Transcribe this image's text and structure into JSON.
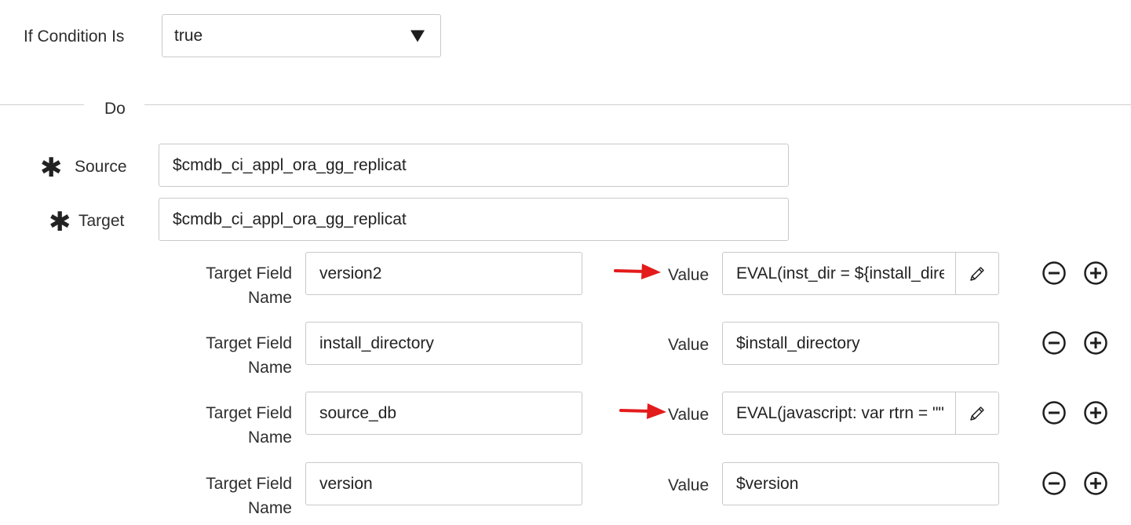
{
  "condition": {
    "label": "If Condition Is",
    "selected": "true"
  },
  "do_section": {
    "label": "Do"
  },
  "source": {
    "required_mark": "✱",
    "label": "Source",
    "value": "$cmdb_ci_appl_ora_gg_replicat"
  },
  "target": {
    "required_mark": "✱",
    "label": "Target",
    "value": "$cmdb_ci_appl_ora_gg_replicat"
  },
  "mappings": [
    {
      "field_label_line1": "Target Field",
      "field_label_line2": "Name",
      "field_value": "version2",
      "value_label": "Value",
      "value": "EVAL(inst_dir = ${install_dire",
      "has_edit": true,
      "arrow": true
    },
    {
      "field_label_line1": "Target Field",
      "field_label_line2": "Name",
      "field_value": "install_directory",
      "value_label": "Value",
      "value": "$install_directory",
      "has_edit": false,
      "arrow": false
    },
    {
      "field_label_line1": "Target Field",
      "field_label_line2": "Name",
      "field_value": "source_db",
      "value_label": "Value",
      "value": "EVAL(javascript: var rtrn = \"\"",
      "has_edit": true,
      "arrow": true
    },
    {
      "field_label_line1": "Target Field",
      "field_label_line2": "Name",
      "field_value": "version",
      "value_label": "Value",
      "value": "$version",
      "has_edit": false,
      "arrow": false
    }
  ],
  "colors": {
    "annotation_arrow": "#e31b1b",
    "border": "#c9c9c9",
    "icon": "#1e1e1e"
  },
  "icons": {
    "dropdown": "caret-down-icon",
    "edit": "pencil-icon",
    "remove": "minus-circle-icon",
    "add": "plus-circle-icon",
    "annotation": "red-arrow-icon"
  }
}
